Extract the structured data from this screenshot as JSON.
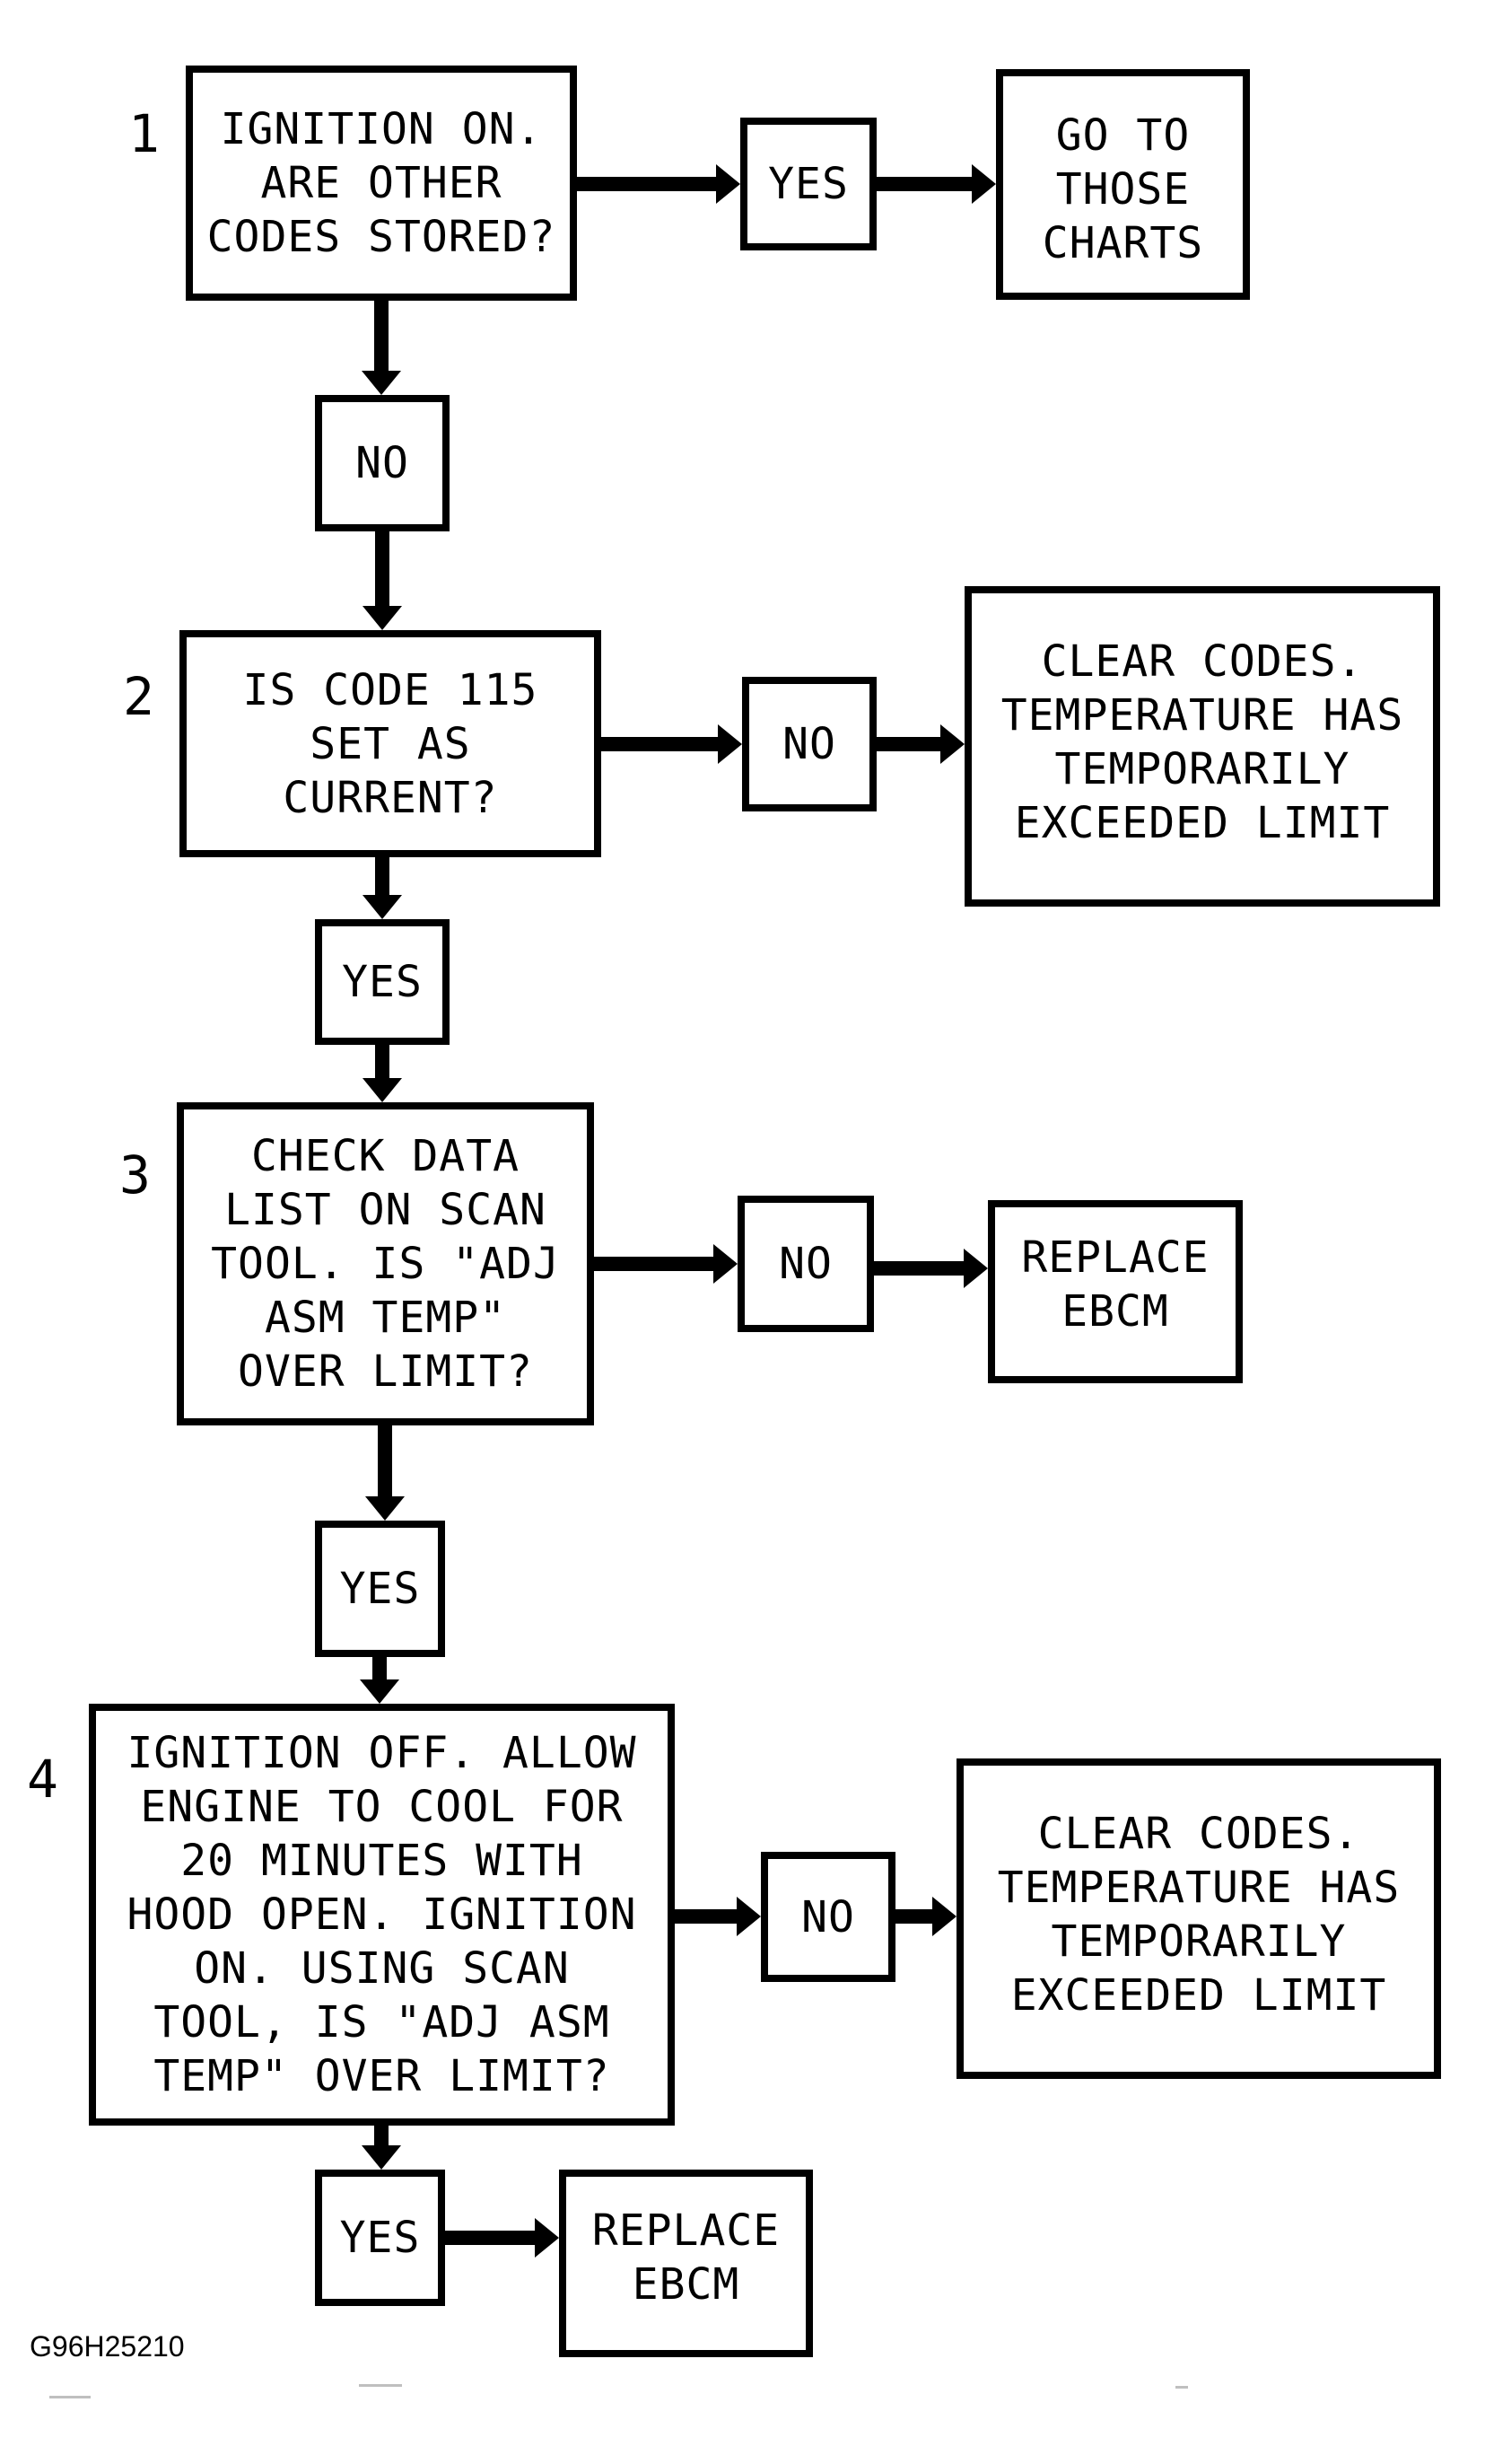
{
  "flowchart": {
    "step1": {
      "number": "1",
      "text": "IGNITION ON.\nARE OTHER\nCODES STORED?",
      "yes_label": "YES",
      "yes_result": "GO TO\nTHOSE\nCHARTS",
      "no_label": "NO"
    },
    "step2": {
      "number": "2",
      "text": "IS CODE 115\nSET AS\nCURRENT?",
      "no_label": "NO",
      "no_result": "CLEAR CODES.\nTEMPERATURE HAS\nTEMPORARILY\nEXCEEDED LIMIT",
      "yes_label": "YES"
    },
    "step3": {
      "number": "3",
      "text": "CHECK DATA\nLIST ON SCAN\nTOOL. IS \"ADJ\nASM TEMP\"\nOVER LIMIT?",
      "no_label": "NO",
      "no_result": "REPLACE\nEBCM",
      "yes_label": "YES"
    },
    "step4": {
      "number": "4",
      "text": "IGNITION OFF. ALLOW\nENGINE TO COOL FOR\n20 MINUTES WITH\nHOOD OPEN. IGNITION\nON. USING SCAN\nTOOL, IS \"ADJ ASM\nTEMP\" OVER LIMIT?",
      "no_label": "NO",
      "no_result": "CLEAR CODES.\nTEMPERATURE HAS\nTEMPORARILY\nEXCEEDED LIMIT",
      "yes_label": "YES",
      "yes_result": "REPLACE\nEBCM"
    }
  },
  "footer": {
    "figure_code": "G96H25210"
  },
  "colors": {
    "line": "#000000",
    "background": "#ffffff"
  }
}
